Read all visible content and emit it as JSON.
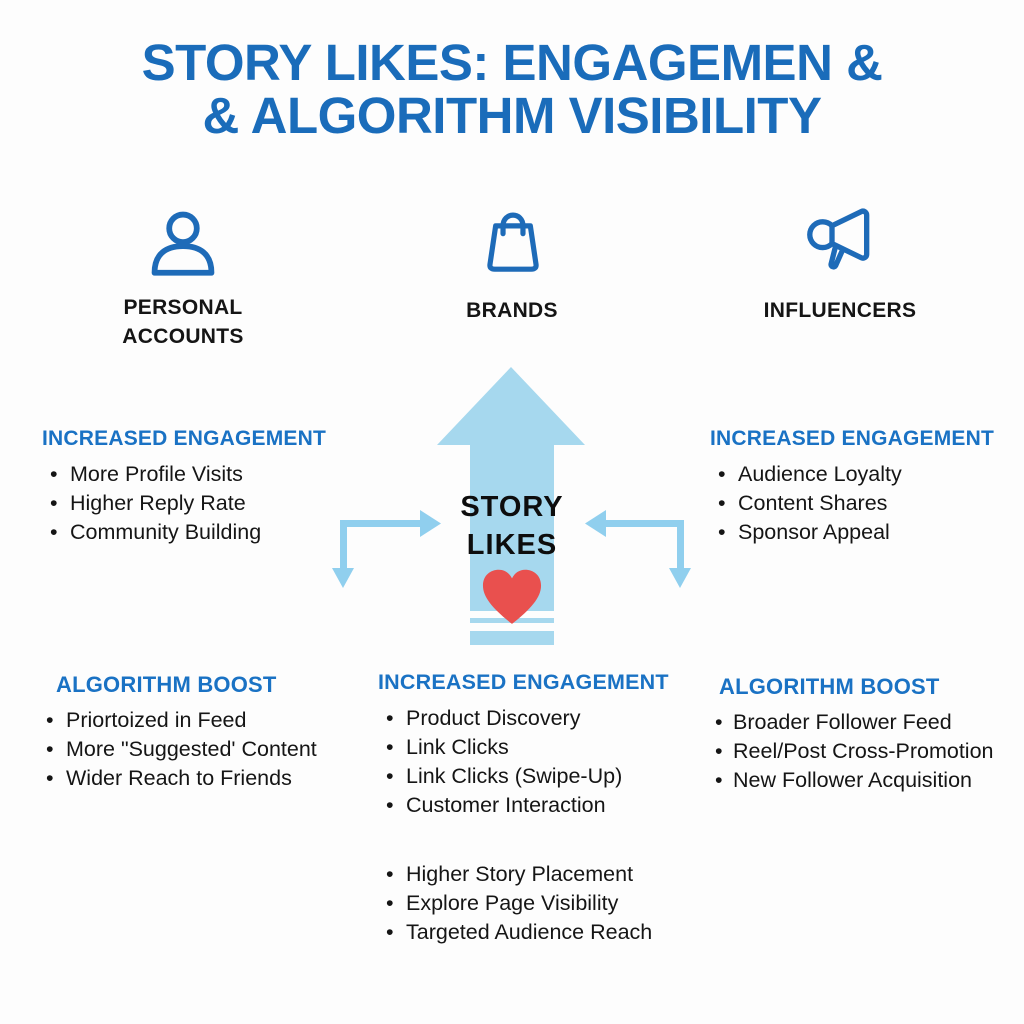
{
  "title": {
    "line1": "STORY LIKES: ENGAGEMEN &",
    "line2": "& ALGORITHM VISIBILITY"
  },
  "audiences": {
    "personal": {
      "label": "PERSONAL ACCOUNTS",
      "icon": "person-icon"
    },
    "brands": {
      "label": "BRANDS",
      "icon": "shopping-bag-icon"
    },
    "influencers": {
      "label": "INFLUENCERS",
      "icon": "megaphone-icon"
    }
  },
  "center": {
    "line1": "STORY",
    "line2": "LIKES",
    "icon": "heart-icon"
  },
  "sections": {
    "personal_engagement": {
      "heading": "INCREASED ENGAGEMENT",
      "items": [
        "More Profile Visits",
        "Higher Reply Rate",
        "Community Building"
      ]
    },
    "influencer_engagement": {
      "heading": "INCREASED ENGAGEMENT",
      "items": [
        "Audience Loyalty",
        "Content Shares",
        "Sponsor Appeal"
      ]
    },
    "personal_algorithm": {
      "heading": "ALGORITHM BOOST",
      "items": [
        "Priortoized in Feed",
        "More \"Suggested' Content",
        "Wider Reach to Friends"
      ]
    },
    "brand_engagement": {
      "heading": "INCREASED ENGAGEMENT",
      "items": [
        "Product Discovery",
        "Link Clicks",
        "Link Clicks (Swipe-Up)",
        "Customer Interaction"
      ],
      "items_algorithm": [
        "Higher Story Placement",
        "Explore Page Visibility",
        "Targeted Audience Reach"
      ]
    },
    "influencer_algorithm": {
      "heading": "ALGORITHM BOOST",
      "items": [
        "Broader Follower Feed",
        "Reel/Post Cross-Promotion",
        "New Follower Acquisition"
      ]
    }
  },
  "colors": {
    "page_bg": "#fdfdfd",
    "title_blue": "#1a6cba",
    "heading_blue": "#1a72c4",
    "icon_blue": "#1e6bb8",
    "arrow_blue": "#a6d8ee",
    "connector_blue": "#90cfee",
    "heart_red": "#e9504e",
    "text_black": "#151515"
  }
}
